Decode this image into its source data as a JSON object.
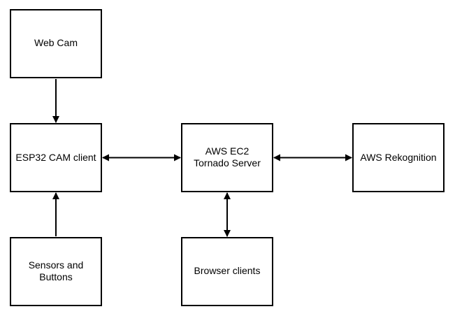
{
  "nodes": {
    "webcam": {
      "lines": [
        "Web Cam"
      ]
    },
    "esp32": {
      "lines": [
        "ESP32 CAM client"
      ]
    },
    "sensors": {
      "lines": [
        "Sensors and",
        "Buttons"
      ]
    },
    "ec2": {
      "lines": [
        "AWS EC2",
        "Tornado Server"
      ]
    },
    "browser": {
      "lines": [
        "Browser clients"
      ]
    },
    "rekognition": {
      "lines": [
        "AWS Rekognition"
      ]
    }
  },
  "edges": [
    {
      "from": "webcam",
      "to": "esp32",
      "direction": "forward"
    },
    {
      "from": "sensors",
      "to": "esp32",
      "direction": "forward"
    },
    {
      "from": "esp32",
      "to": "ec2",
      "direction": "both"
    },
    {
      "from": "ec2",
      "to": "rekognition",
      "direction": "both"
    },
    {
      "from": "ec2",
      "to": "browser",
      "direction": "both"
    }
  ],
  "colors": {
    "stroke": "#000000",
    "fill": "#ffffff",
    "text": "#000000"
  }
}
